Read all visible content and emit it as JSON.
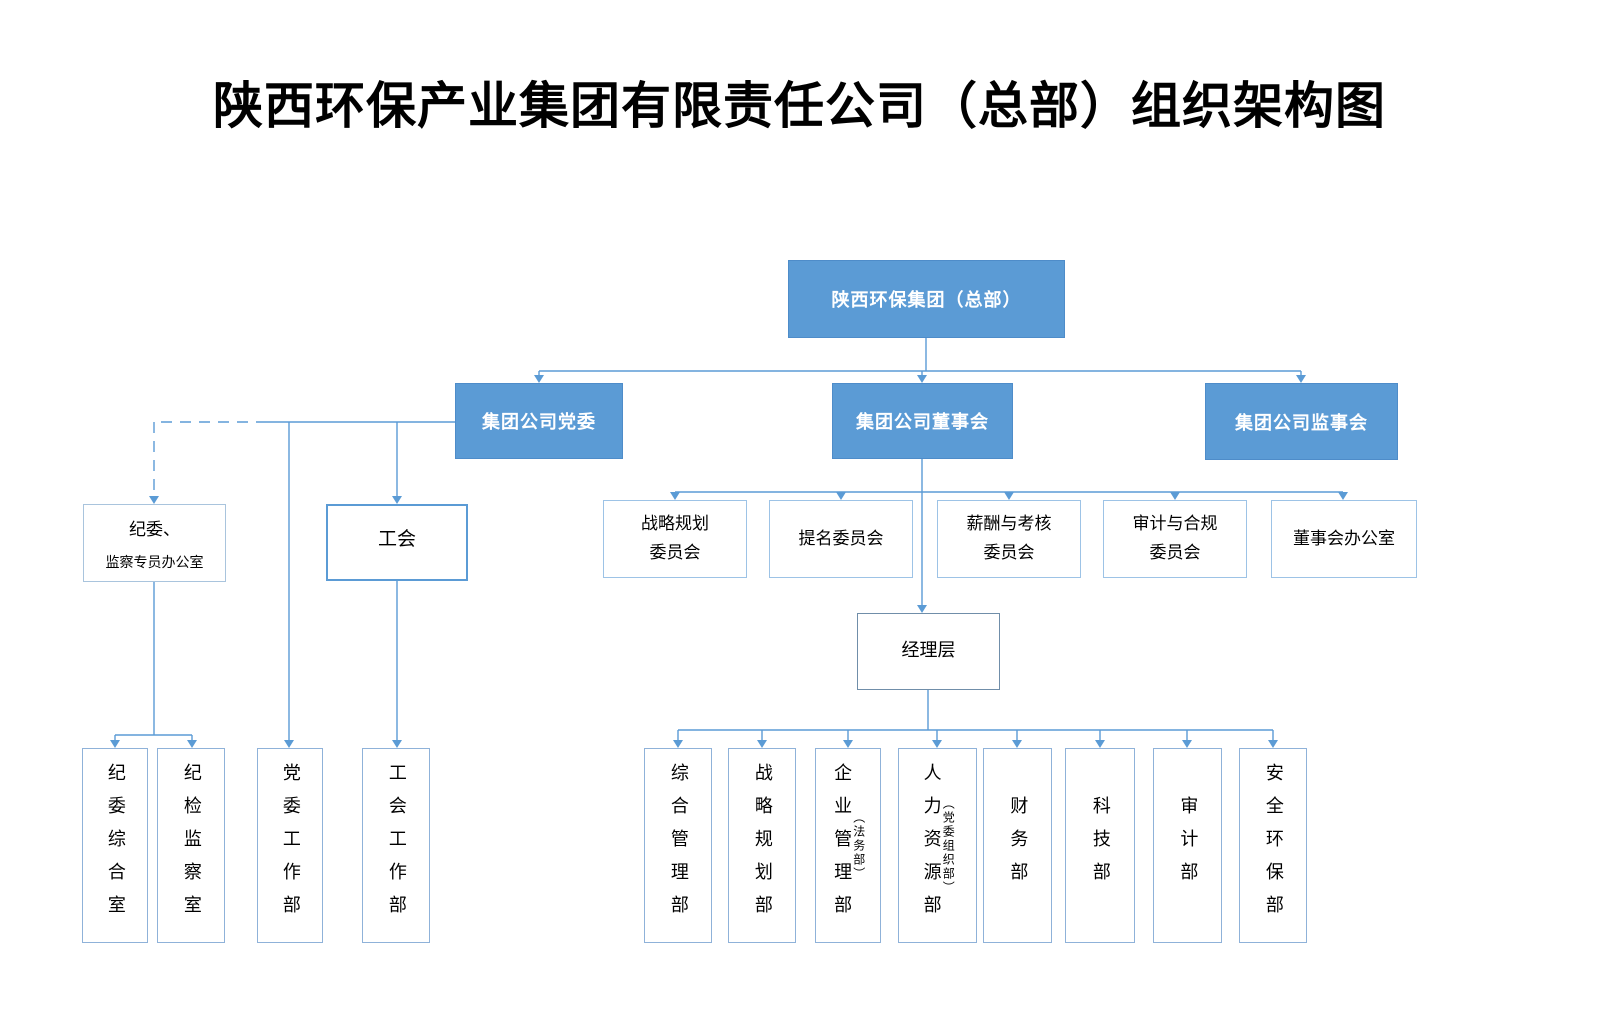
{
  "title": "陕西环保产业集团有限责任公司（总部）组织架构图",
  "colors": {
    "accent_blue": "#5B9BD5",
    "light_border": "#9DC3E6",
    "background": "#FFFFFF"
  },
  "org": {
    "root": {
      "label": "陕西环保集团（总部）"
    },
    "governance": [
      {
        "label": "集团公司党委"
      },
      {
        "label": "集团公司董事会"
      },
      {
        "label": "集团公司监事会"
      }
    ],
    "board_committees": [
      {
        "lines": [
          "战略规划",
          "委员会"
        ]
      },
      {
        "lines": [
          "提名委员会"
        ]
      },
      {
        "lines": [
          "薪酬与考核",
          "委员会"
        ]
      },
      {
        "lines": [
          "审计与合规",
          "委员会"
        ]
      },
      {
        "lines": [
          "董事会办公室"
        ]
      }
    ],
    "discipline_office": {
      "lines": [
        "纪委、",
        "监察专员办公室"
      ]
    },
    "labor_union": {
      "label": "工会"
    },
    "management": {
      "label": "经理层"
    },
    "party_departments": [
      {
        "name": "纪委综合室"
      },
      {
        "name": "纪检监察室"
      },
      {
        "name": "党委工作部"
      },
      {
        "name": "工会工作部"
      }
    ],
    "management_departments": [
      {
        "name": "综合管理部"
      },
      {
        "name": "战略规划部"
      },
      {
        "name": "企业管理部",
        "note": "（法务部）"
      },
      {
        "name": "人力资源部",
        "note": "（党委组织部）"
      },
      {
        "name": "财务部"
      },
      {
        "name": "科技部"
      },
      {
        "name": "审计部"
      },
      {
        "name": "安全环保部"
      }
    ]
  }
}
